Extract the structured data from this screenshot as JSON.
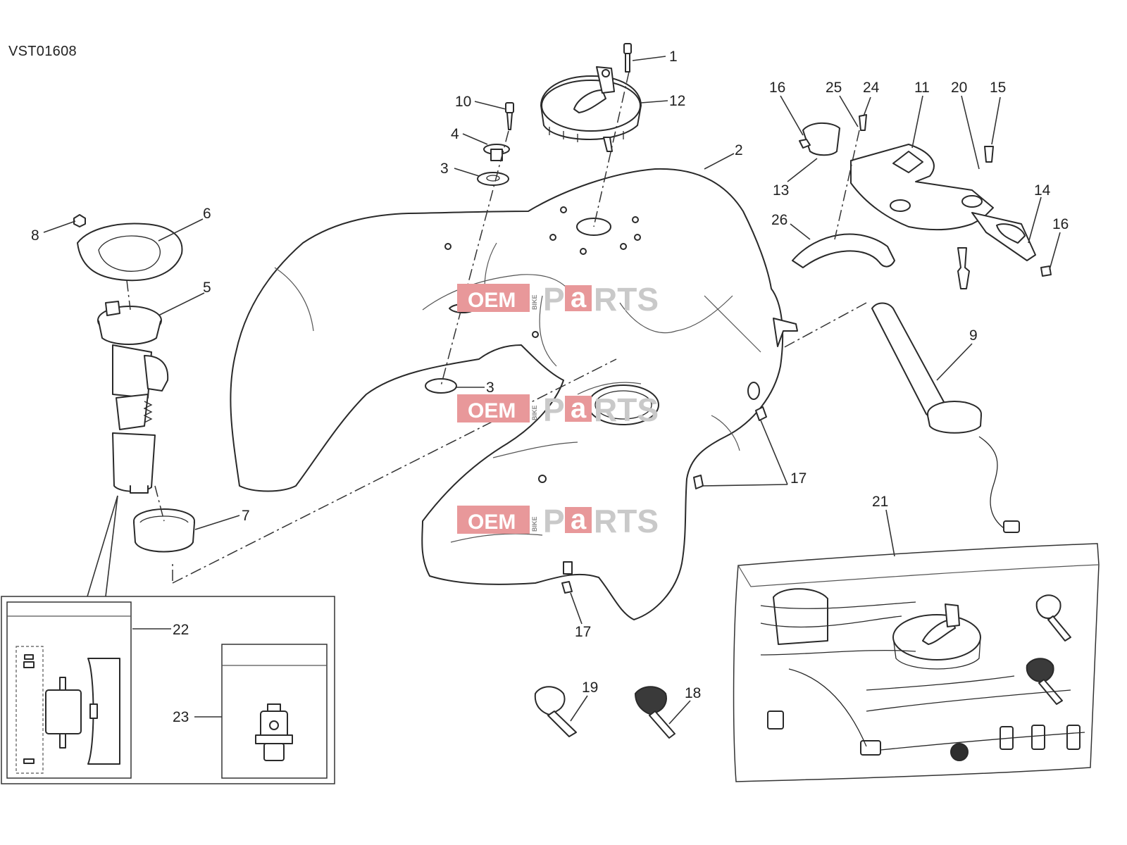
{
  "drawing_code": "VST01608",
  "callouts": [
    {
      "id": "c1",
      "label": "1"
    },
    {
      "id": "c12",
      "label": "12"
    },
    {
      "id": "c10",
      "label": "10"
    },
    {
      "id": "c4",
      "label": "4"
    },
    {
      "id": "c3a",
      "label": "3"
    },
    {
      "id": "c2",
      "label": "2"
    },
    {
      "id": "c16a",
      "label": "16"
    },
    {
      "id": "c25",
      "label": "25"
    },
    {
      "id": "c24",
      "label": "24"
    },
    {
      "id": "c11",
      "label": "11"
    },
    {
      "id": "c20",
      "label": "20"
    },
    {
      "id": "c15",
      "label": "15"
    },
    {
      "id": "c13",
      "label": "13"
    },
    {
      "id": "c14",
      "label": "14"
    },
    {
      "id": "c26",
      "label": "26"
    },
    {
      "id": "c16b",
      "label": "16"
    },
    {
      "id": "c6",
      "label": "6"
    },
    {
      "id": "c8",
      "label": "8"
    },
    {
      "id": "c5",
      "label": "5"
    },
    {
      "id": "c9",
      "label": "9"
    },
    {
      "id": "c3b",
      "label": "3"
    },
    {
      "id": "c17a",
      "label": "17"
    },
    {
      "id": "c7",
      "label": "7"
    },
    {
      "id": "c21",
      "label": "21"
    },
    {
      "id": "c22",
      "label": "22"
    },
    {
      "id": "c23",
      "label": "23"
    },
    {
      "id": "c17b",
      "label": "17"
    },
    {
      "id": "c19",
      "label": "19"
    },
    {
      "id": "c18",
      "label": "18"
    }
  ],
  "watermark": {
    "oem": "OEM",
    "bike": "BIKE",
    "p": "P",
    "a": "a",
    "rts": "RTS"
  },
  "colors": {
    "line": "#2a2a2a",
    "watermark_red": "#e8989a",
    "watermark_grey": "#c9c9c9"
  }
}
